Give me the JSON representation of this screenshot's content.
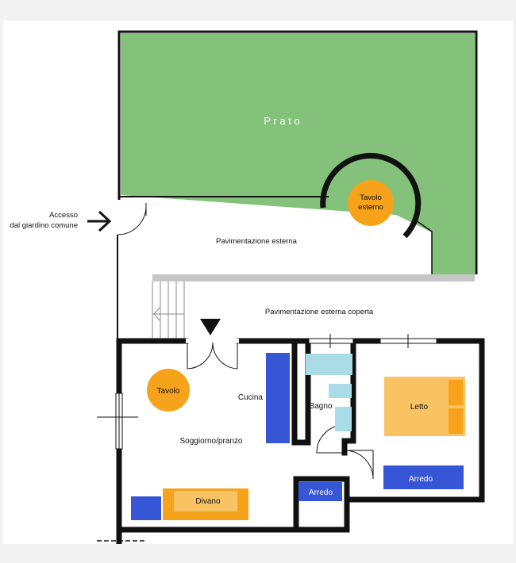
{
  "colors": {
    "lawn": "#84c17a",
    "wall": "#111111",
    "paving_edge": "#c6c6c6",
    "orange": "#f6a31b",
    "light_orange": "#f9c263",
    "blue": "#3656d6",
    "light_blue": "#a9dce6",
    "white": "#ffffff"
  },
  "labels": {
    "lawn": "P r a t o",
    "outdoor_table_line1": "Tavolo",
    "outdoor_table_line2": "esterno",
    "access_line1": "Accesso",
    "access_line2": "dal giardino comune",
    "outdoor_paving": "Pavimentazione esterna",
    "covered_paving": "Pavimentazione esterna coperta",
    "table": "Tavolo",
    "kitchen": "Cucina",
    "bathroom": "Bagno",
    "bed": "Letto",
    "living_dining": "Soggiorno/pranzo",
    "sofa": "Divano",
    "furniture_hall": "Arredo",
    "furniture_bedroom": "Arredo"
  },
  "icons": {
    "access_arrow": "arrow-right-icon",
    "entrance_marker": "triangle-down-icon"
  }
}
